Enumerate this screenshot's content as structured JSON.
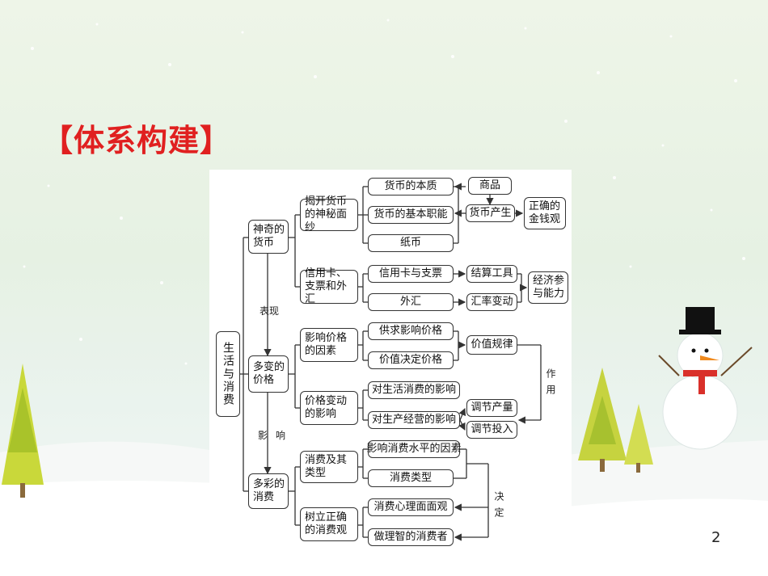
{
  "title": "【体系构建】",
  "page_number": "2",
  "diagram": {
    "root": "生活与消费",
    "level1": [
      "神奇的货币",
      "多变的价格",
      "多彩的消费"
    ],
    "level2": [
      "揭开货币的神秘面纱",
      "信用卡、支票和外汇",
      "影响价格的因素",
      "价格变动的影响",
      "消费及其类型",
      "树立正确的消费观"
    ],
    "level3": [
      "货币的本质",
      "货币的基本职能",
      "纸币",
      "信用卡与支票",
      "外汇",
      "供求影响价格",
      "价值决定价格",
      "对生活消费的影响",
      "对生产经营的影响",
      "影响消费水平的因素",
      "消费类型",
      "消费心理面面观",
      "做理智的消费者"
    ],
    "right": [
      "商品",
      "货币产生",
      "正确的金钱观",
      "结算工具",
      "汇率变动",
      "经济参与能力",
      "价值规律",
      "调节产量",
      "调节投入"
    ],
    "edge_labels": [
      "表现",
      "影响",
      "作用",
      "决定"
    ]
  }
}
